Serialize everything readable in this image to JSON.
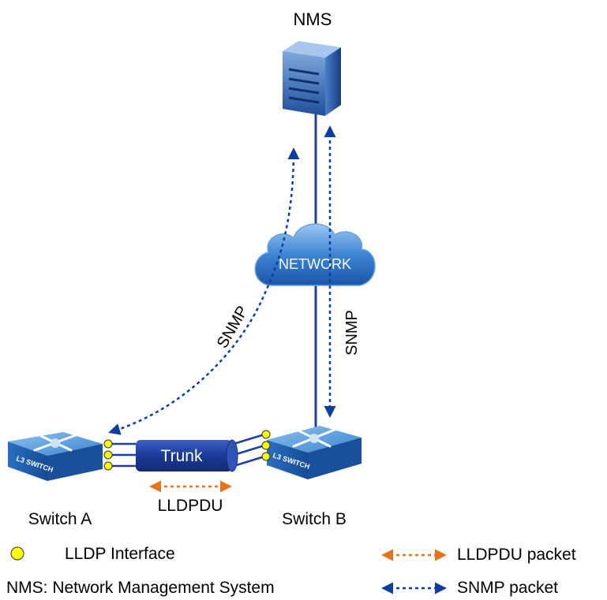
{
  "nodes": {
    "nms": {
      "label": "NMS"
    },
    "network": {
      "label": "NETWORK"
    },
    "switch_a": {
      "label": "Switch A",
      "device_text": "L3 SWITCH"
    },
    "switch_b": {
      "label": "Switch B",
      "device_text": "L3 SWITCH"
    }
  },
  "links": {
    "trunk": {
      "label": "Trunk"
    },
    "lldpdu": {
      "label": "LLDPDU"
    },
    "snmp_a": {
      "label": "SNMP"
    },
    "snmp_b": {
      "label": "SNMP"
    }
  },
  "legend": {
    "lldp_interface": "LLDP Interface",
    "nms_definition": "NMS: Network Management System",
    "lldpdu_packet": "LLDPDU packet",
    "snmp_packet": "SNMP packet"
  },
  "colors": {
    "snmp": "#0d3ea0",
    "lldpdu": "#e5741d",
    "interface": "#ffff00",
    "device": "#1f77c8",
    "trunk": "#1e3fa0"
  }
}
